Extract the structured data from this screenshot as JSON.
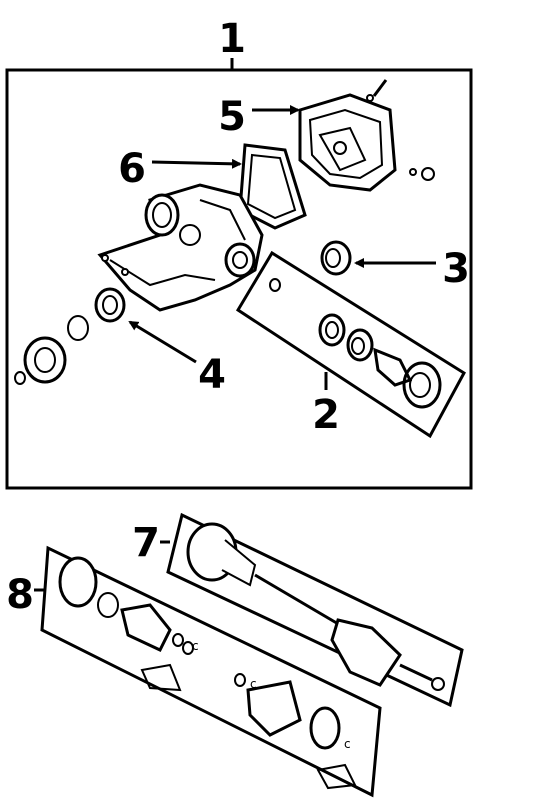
{
  "diagram": {
    "callouts": [
      {
        "id": "1",
        "label": "1"
      },
      {
        "id": "2",
        "label": "2"
      },
      {
        "id": "3",
        "label": "3"
      },
      {
        "id": "4",
        "label": "4"
      },
      {
        "id": "5",
        "label": "5"
      },
      {
        "id": "6",
        "label": "6"
      },
      {
        "id": "7",
        "label": "7"
      },
      {
        "id": "8",
        "label": "8"
      }
    ],
    "small_marks": {
      "c1": "c",
      "c2": "c",
      "c3": "c"
    },
    "colors": {
      "ink": "#000000",
      "paper": "#ffffff"
    }
  }
}
